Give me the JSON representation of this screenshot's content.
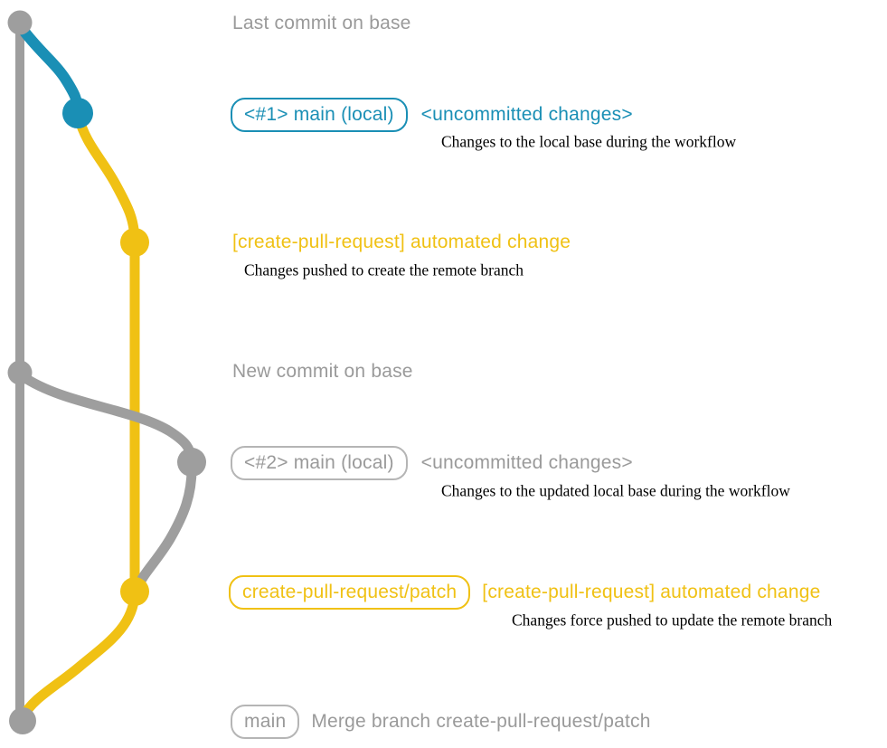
{
  "colors": {
    "blue": "#1a8fb5",
    "yellow": "#f0c114",
    "gray": "#9e9e9e",
    "gray_text": "#9a9a9a",
    "gray_border": "#b5b5b5"
  },
  "graph": {
    "icons": [
      "commit-dot-last-base",
      "commit-dot-local-main-1",
      "commit-dot-automated-change-1",
      "commit-dot-new-base",
      "commit-dot-local-main-2",
      "commit-dot-automated-change-2",
      "commit-dot-merge"
    ]
  },
  "annotations": {
    "last_commit": "Last commit on base",
    "new_commit": "New commit on base",
    "row1": {
      "badge": "<#1> main (local)",
      "status": "<uncommitted changes>",
      "desc": "Changes to the local base during the workflow"
    },
    "row2": {
      "title": "[create-pull-request] automated change",
      "desc": "Changes pushed to create the remote branch"
    },
    "row3": {
      "badge": "<#2> main (local)",
      "status": "<uncommitted changes>",
      "desc": "Changes to the updated local base during the workflow"
    },
    "row4": {
      "badge": "create-pull-request/patch",
      "title": "[create-pull-request] automated change",
      "desc": "Changes force pushed to update the remote branch"
    },
    "row5": {
      "badge": "main",
      "title": "Merge branch create-pull-request/patch"
    }
  }
}
